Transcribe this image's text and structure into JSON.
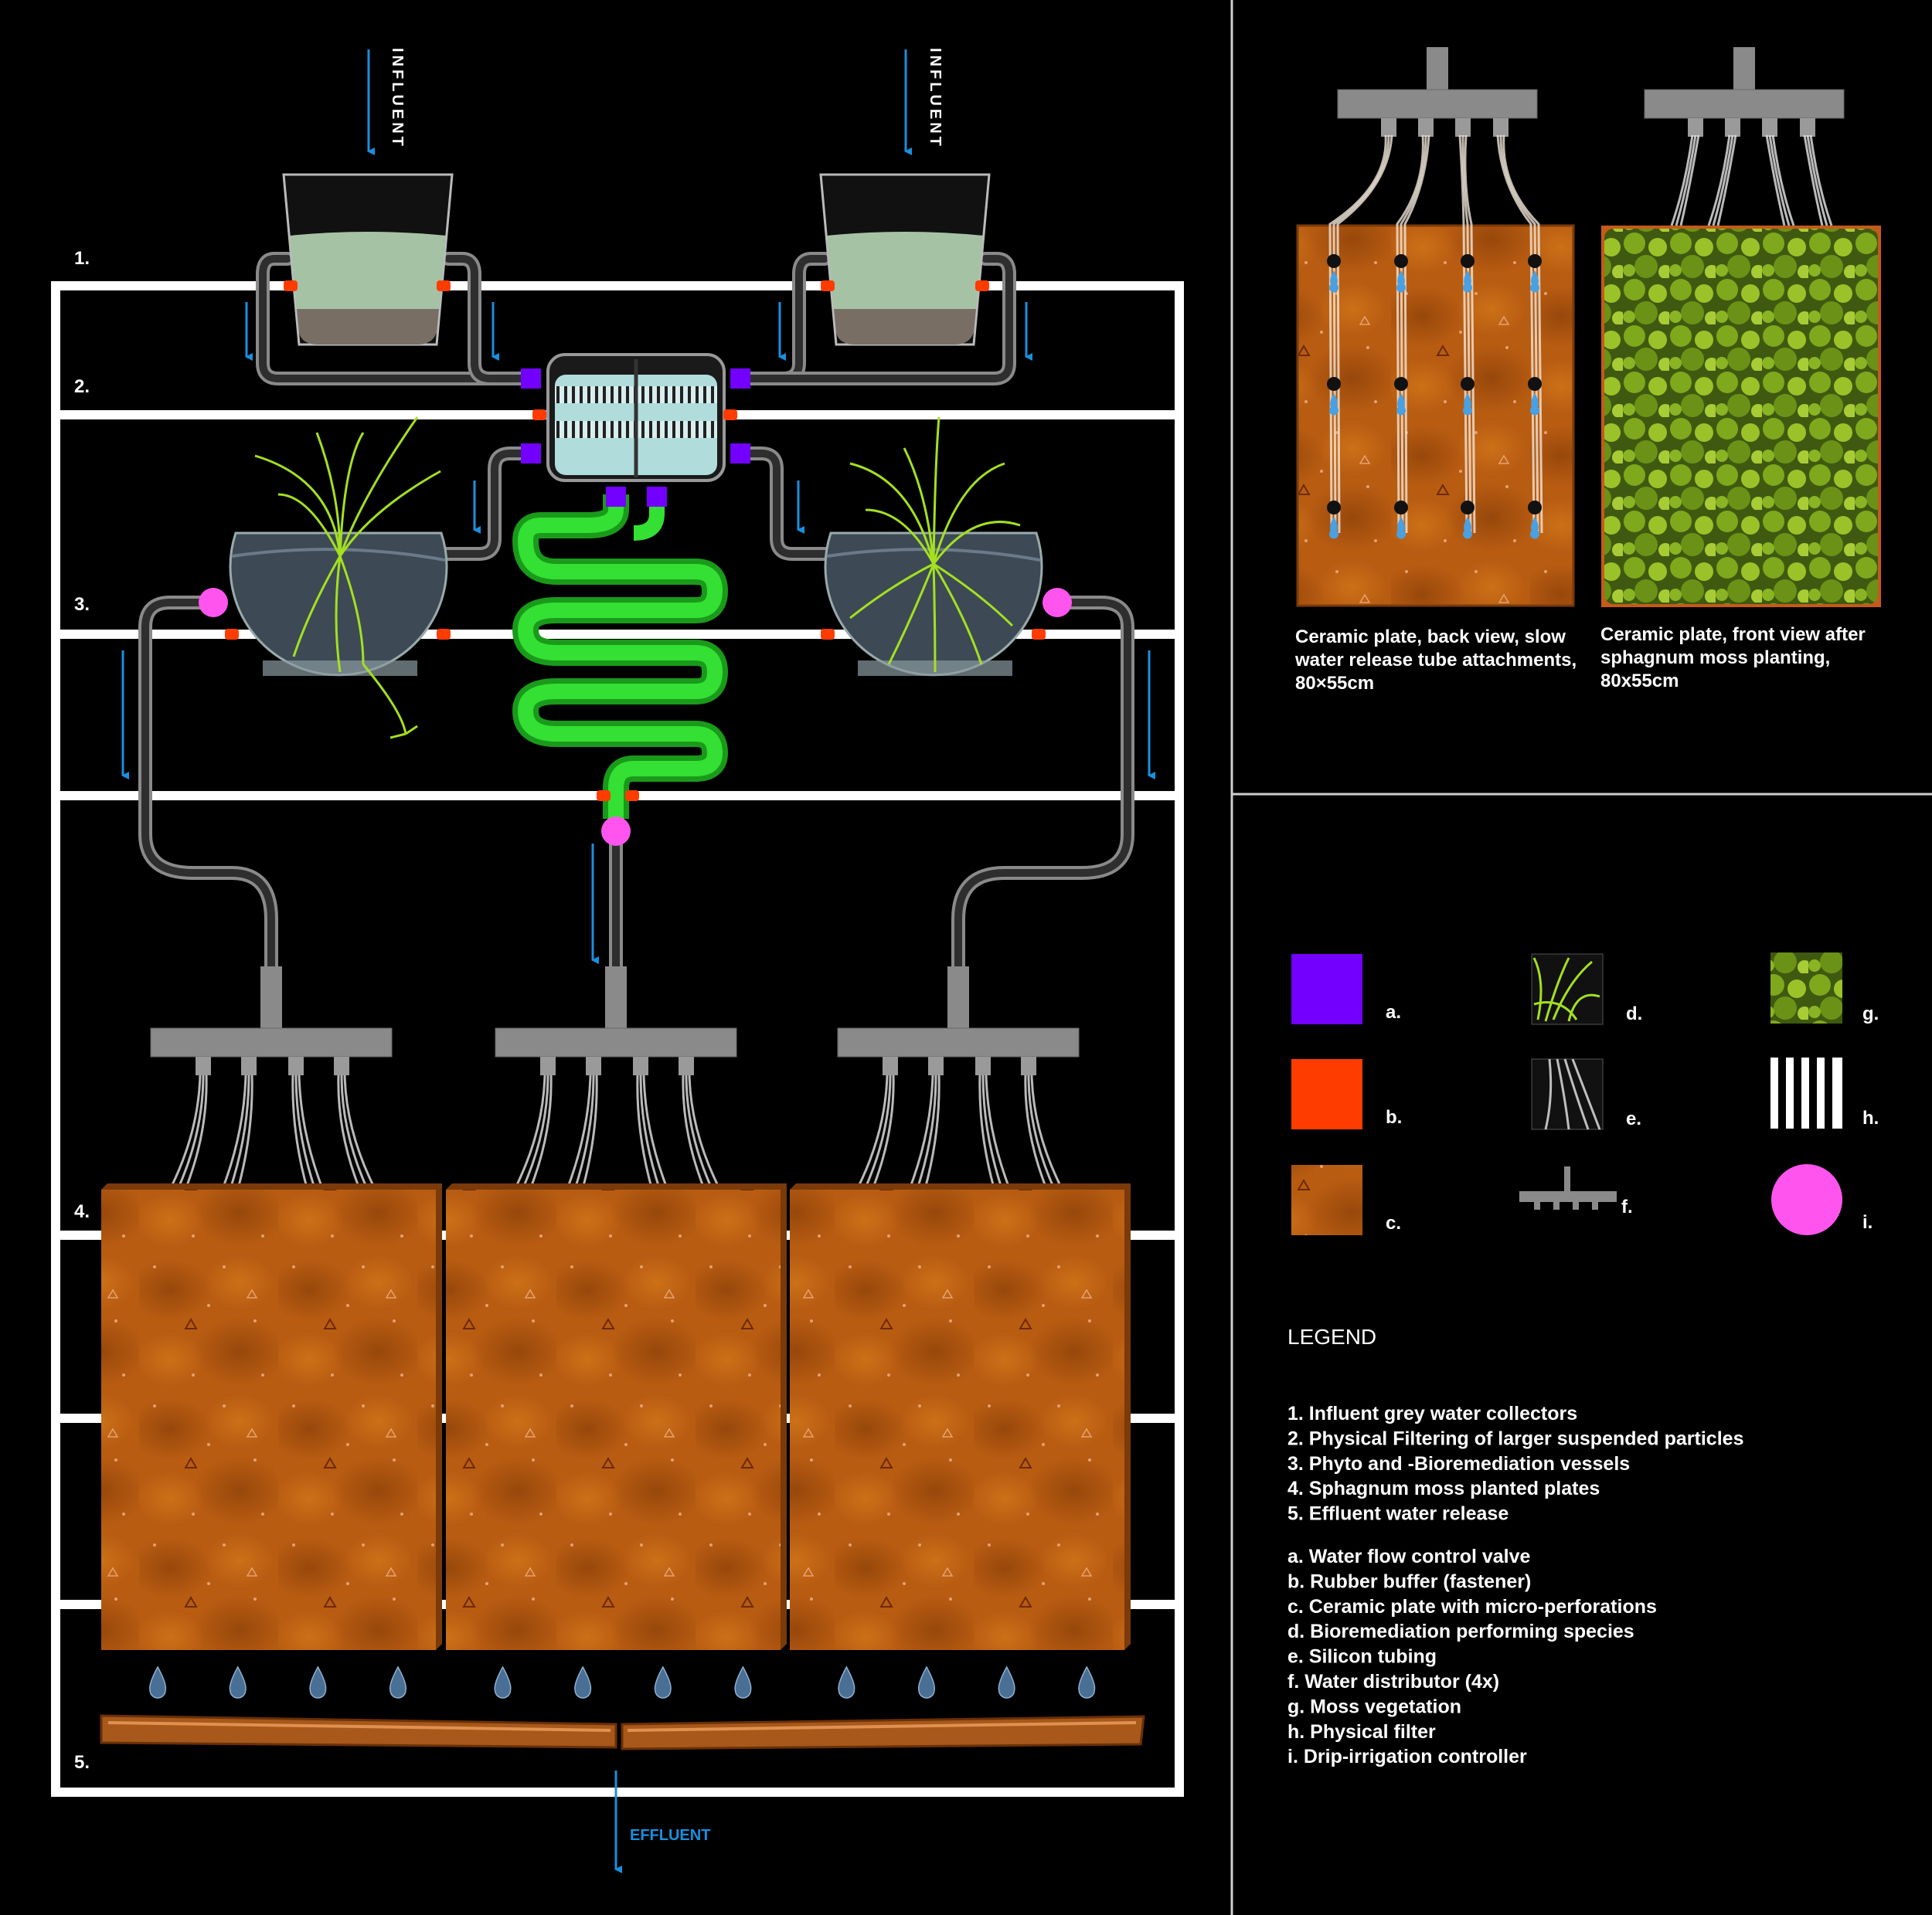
{
  "colors": {
    "valve": "#7300ff",
    "buffer": "#ff3c00",
    "ceramic": "#b85c12",
    "controller": "#ff55ee",
    "coil": "#22cc22",
    "arrow": "#1a8fe0",
    "frame": "#ffffff"
  },
  "diagram": {
    "influent_left": "INFLUENT",
    "influent_right": "INFLUENT",
    "effluent": "EFFLUENT",
    "level_labels": [
      "1.",
      "2.",
      "3.",
      "4.",
      "5."
    ]
  },
  "details": {
    "back_view_caption": [
      "Ceramic plate, back view, slow",
      "water release tube attachments,",
      "80×55cm"
    ],
    "front_view_caption": [
      "Ceramic plate, front view after",
      "sphagnum moss planting,",
      "80x55cm"
    ]
  },
  "legend": {
    "title": "LEGEND",
    "swatches": [
      {
        "key": "a.",
        "icon": "valve-swatch"
      },
      {
        "key": "b.",
        "icon": "buffer-swatch"
      },
      {
        "key": "c.",
        "icon": "ceramic-swatch"
      },
      {
        "key": "d.",
        "icon": "plant-swatch"
      },
      {
        "key": "e.",
        "icon": "tubing-swatch"
      },
      {
        "key": "f.",
        "icon": "distributor-swatch"
      },
      {
        "key": "g.",
        "icon": "moss-swatch"
      },
      {
        "key": "h.",
        "icon": "filter-swatch"
      },
      {
        "key": "i.",
        "icon": "controller-swatch"
      }
    ],
    "stages": [
      "1. Influent grey water collectors",
      "2. Physical Filtering of larger suspended particles",
      "3. Phyto and -Bioremediation vessels",
      "4. Sphagnum moss planted plates",
      "5. Effluent water release"
    ],
    "components": [
      "a. Water flow control valve",
      "b. Rubber buffer (fastener)",
      "c. Ceramic plate with micro-perforations",
      "d. Bioremediation performing species",
      "e. Silicon tubing",
      "f. Water distributor (4x)",
      "g. Moss vegetation",
      "h. Physical filter",
      "i. Drip-irrigation controller"
    ]
  }
}
